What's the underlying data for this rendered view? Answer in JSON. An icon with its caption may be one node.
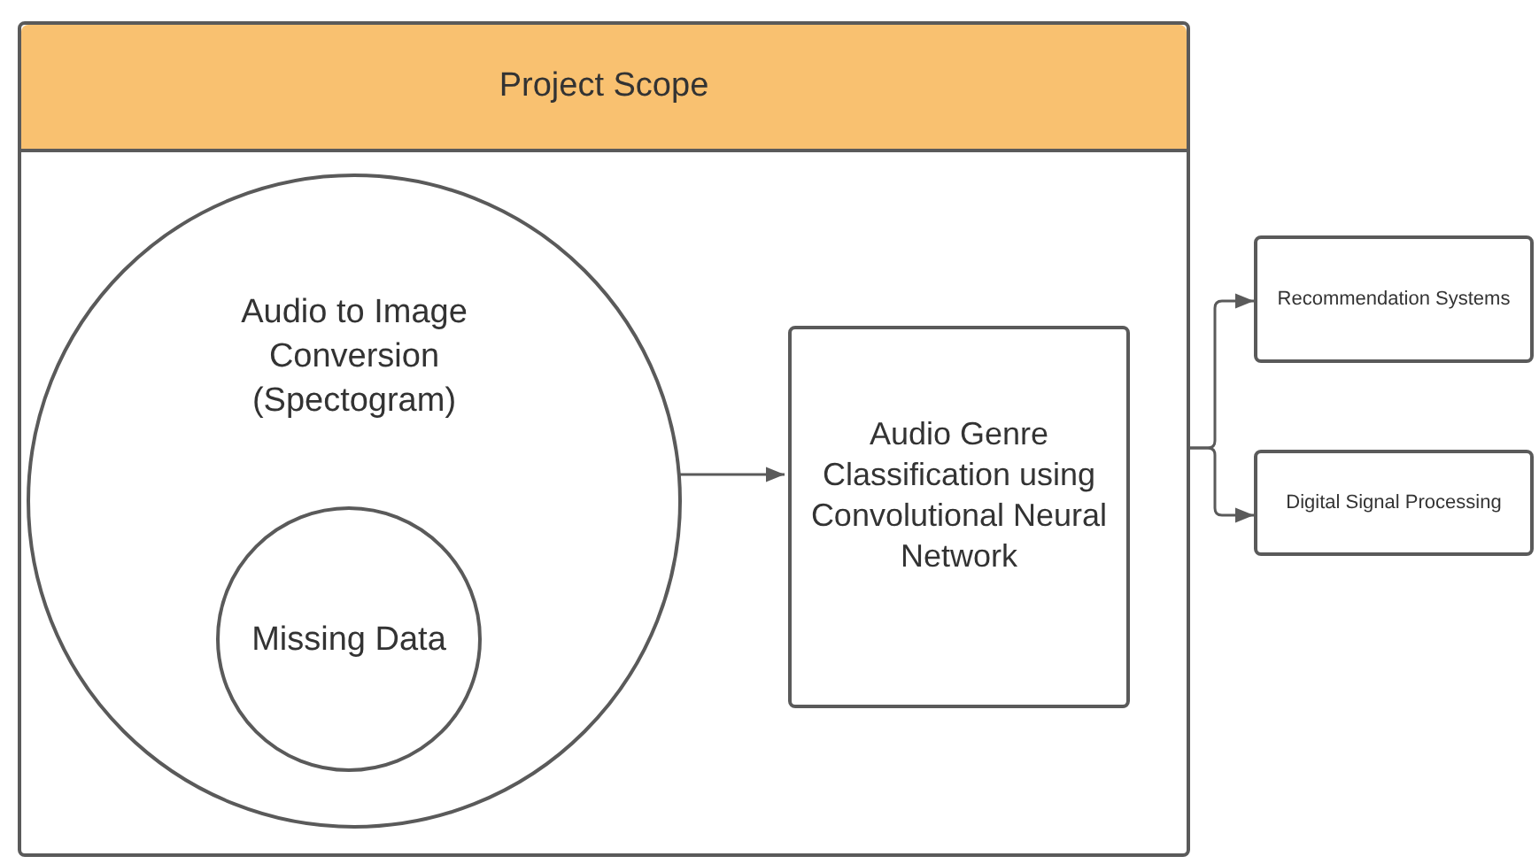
{
  "diagram": {
    "nodes": [
      {
        "text": [
          "Project Scope"
        ]
      },
      {
        "text": [
          "Audio to Image Conversion (Spectogram)"
        ],
        "in": 0
      },
      {
        "text": [
          "Missing Data"
        ],
        "in": 1
      },
      {
        "text": [
          "Audio Genre Classification using Convolutional Neural Network"
        ],
        "in": 0
      },
      {
        "text": [
          "Recommendation Systems"
        ]
      },
      {
        "text": [
          "Digital Signal Processing"
        ]
      }
    ],
    "edges": [
      {
        "from": 1,
        "to": 3,
        "arrow": "to"
      },
      {
        "from": 0,
        "to": 4,
        "arrow": "to"
      },
      {
        "from": 0,
        "to": 5,
        "arrow": "to"
      }
    ]
  }
}
